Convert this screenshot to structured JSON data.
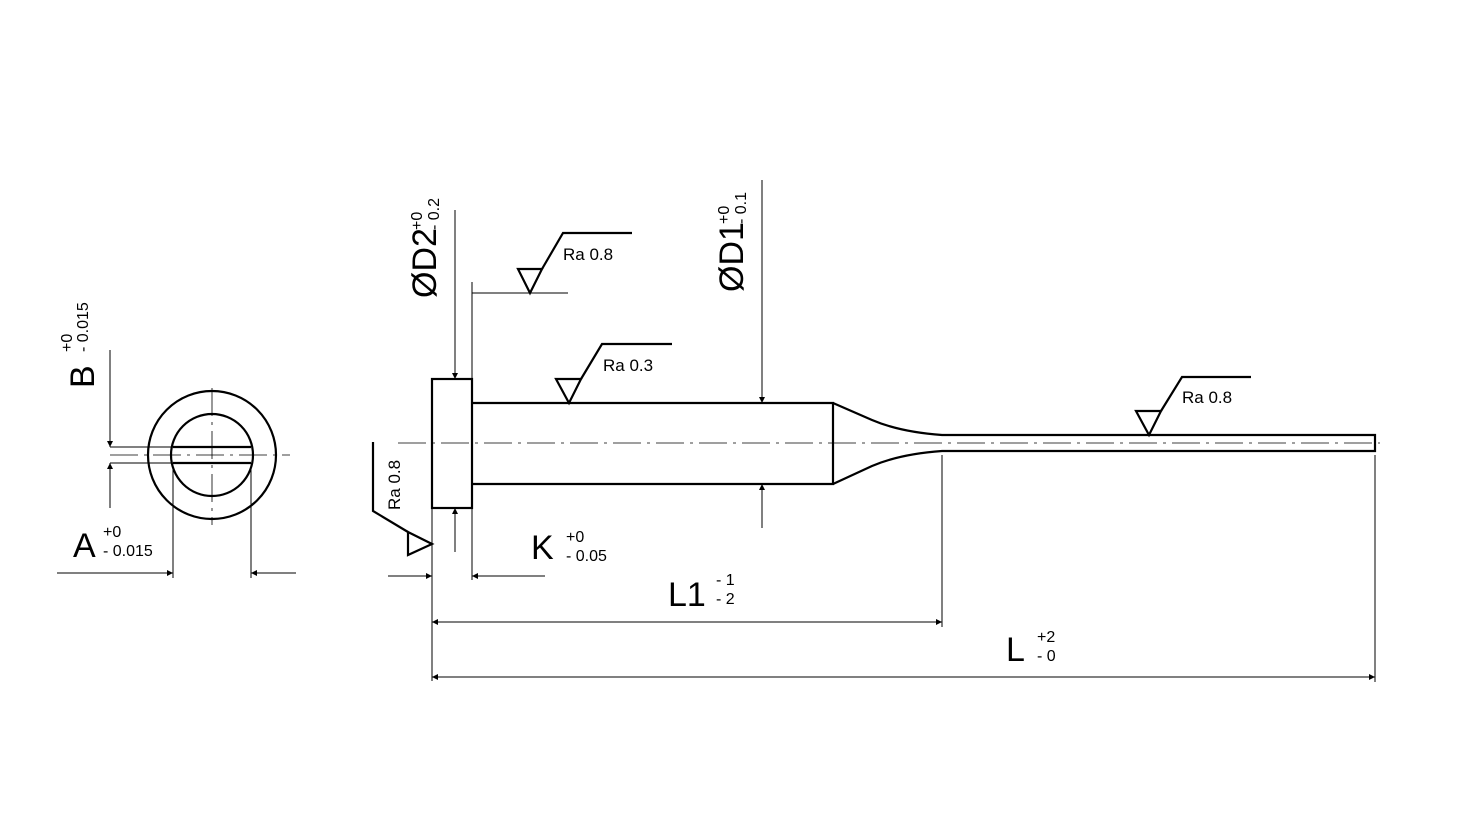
{
  "dimensions": {
    "B": {
      "label": "B",
      "upper": "+0",
      "lower": "- 0.015"
    },
    "A": {
      "label": "A",
      "upper": "+0",
      "lower": "- 0.015"
    },
    "D2": {
      "label": "ØD2",
      "upper": "+0",
      "lower": "- 0.2"
    },
    "D1": {
      "label": "ØD1",
      "upper": "+0",
      "lower": "- 0.1"
    },
    "K": {
      "label": "K",
      "upper": "+0",
      "lower": "- 0.05"
    },
    "L1": {
      "label": "L1",
      "upper": "- 1",
      "lower": "- 2"
    },
    "L": {
      "label": "L",
      "upper": "+2",
      "lower": "- 0"
    }
  },
  "surface_finish": {
    "head_face": "Ra 0.8",
    "shank": "Ra 0.3",
    "tip": "Ra 0.8",
    "head_side": "Ra 0.8"
  }
}
